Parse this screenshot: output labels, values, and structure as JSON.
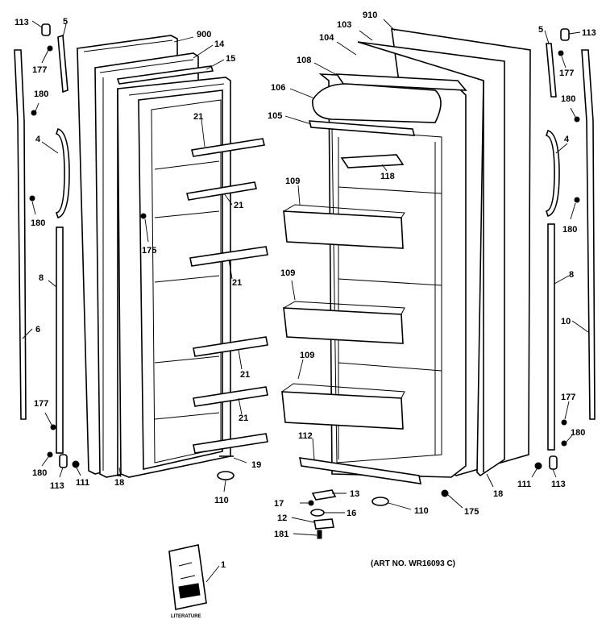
{
  "diagram": {
    "note": "(ART NO. WR16093 C)",
    "literature_caption": "LITERATURE",
    "part_labels": [
      {
        "id": "l-113-left",
        "text": "113"
      },
      {
        "id": "l-5-left",
        "text": "5"
      },
      {
        "id": "l-177-left-top",
        "text": "177"
      },
      {
        "id": "l-180-left-1",
        "text": "180"
      },
      {
        "id": "l-4-left",
        "text": "4"
      },
      {
        "id": "l-180-left-2",
        "text": "180"
      },
      {
        "id": "l-8-left",
        "text": "8"
      },
      {
        "id": "l-6-left",
        "text": "6"
      },
      {
        "id": "l-177-left-bottom",
        "text": "177"
      },
      {
        "id": "l-180-left-3",
        "text": "180"
      },
      {
        "id": "l-113-left-bottom",
        "text": "113"
      },
      {
        "id": "l-111-left",
        "text": "111"
      },
      {
        "id": "l-18-left",
        "text": "18"
      },
      {
        "id": "l-900",
        "text": "900"
      },
      {
        "id": "l-14",
        "text": "14"
      },
      {
        "id": "l-15",
        "text": "15"
      },
      {
        "id": "l-21-a",
        "text": "21"
      },
      {
        "id": "l-21-b",
        "text": "21"
      },
      {
        "id": "l-175-left",
        "text": "175"
      },
      {
        "id": "l-21-c",
        "text": "21"
      },
      {
        "id": "l-21-d",
        "text": "21"
      },
      {
        "id": "l-21-e",
        "text": "21"
      },
      {
        "id": "l-19",
        "text": "19"
      },
      {
        "id": "l-110-left",
        "text": "110"
      },
      {
        "id": "l-910",
        "text": "910"
      },
      {
        "id": "l-103",
        "text": "103"
      },
      {
        "id": "l-104",
        "text": "104"
      },
      {
        "id": "l-108",
        "text": "108"
      },
      {
        "id": "l-106",
        "text": "106"
      },
      {
        "id": "l-105",
        "text": "105"
      },
      {
        "id": "l-118",
        "text": "118"
      },
      {
        "id": "l-109-a",
        "text": "109"
      },
      {
        "id": "l-109-b",
        "text": "109"
      },
      {
        "id": "l-109-c",
        "text": "109"
      },
      {
        "id": "l-112",
        "text": "112"
      },
      {
        "id": "l-13",
        "text": "13"
      },
      {
        "id": "l-17",
        "text": "17"
      },
      {
        "id": "l-16",
        "text": "16"
      },
      {
        "id": "l-12",
        "text": "12"
      },
      {
        "id": "l-181",
        "text": "181"
      },
      {
        "id": "l-110-right",
        "text": "110"
      },
      {
        "id": "l-175-right",
        "text": "175"
      },
      {
        "id": "l-18-right",
        "text": "18"
      },
      {
        "id": "l-5-right",
        "text": "5"
      },
      {
        "id": "l-113-right-top",
        "text": "113"
      },
      {
        "id": "l-177-right-top",
        "text": "177"
      },
      {
        "id": "l-180-right-1",
        "text": "180"
      },
      {
        "id": "l-4-right",
        "text": "4"
      },
      {
        "id": "l-180-right-2",
        "text": "180"
      },
      {
        "id": "l-8-right",
        "text": "8"
      },
      {
        "id": "l-10-right",
        "text": "10"
      },
      {
        "id": "l-177-right-bottom",
        "text": "177"
      },
      {
        "id": "l-180-right-3",
        "text": "180"
      },
      {
        "id": "l-111-right",
        "text": "111"
      },
      {
        "id": "l-113-right-bottom",
        "text": "113"
      },
      {
        "id": "l-1",
        "text": "1"
      }
    ]
  }
}
